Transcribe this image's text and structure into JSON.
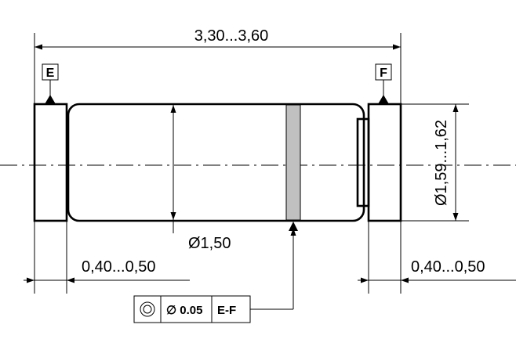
{
  "dimensions": {
    "overall_length": "3,30...3,60",
    "diameter_main": "Ø1,50",
    "diameter_end": "Ø1,59...1,62",
    "left_width": "0,40...0,50",
    "right_width": "0,40...0,50"
  },
  "datums": {
    "left": "E",
    "right": "F"
  },
  "tolerance_frame": {
    "symbol": "concentricity-icon",
    "value": "∅ 0.05",
    "reference": "E-F"
  },
  "colors": {
    "line": "#000000",
    "band": "#c0c0c0"
  }
}
